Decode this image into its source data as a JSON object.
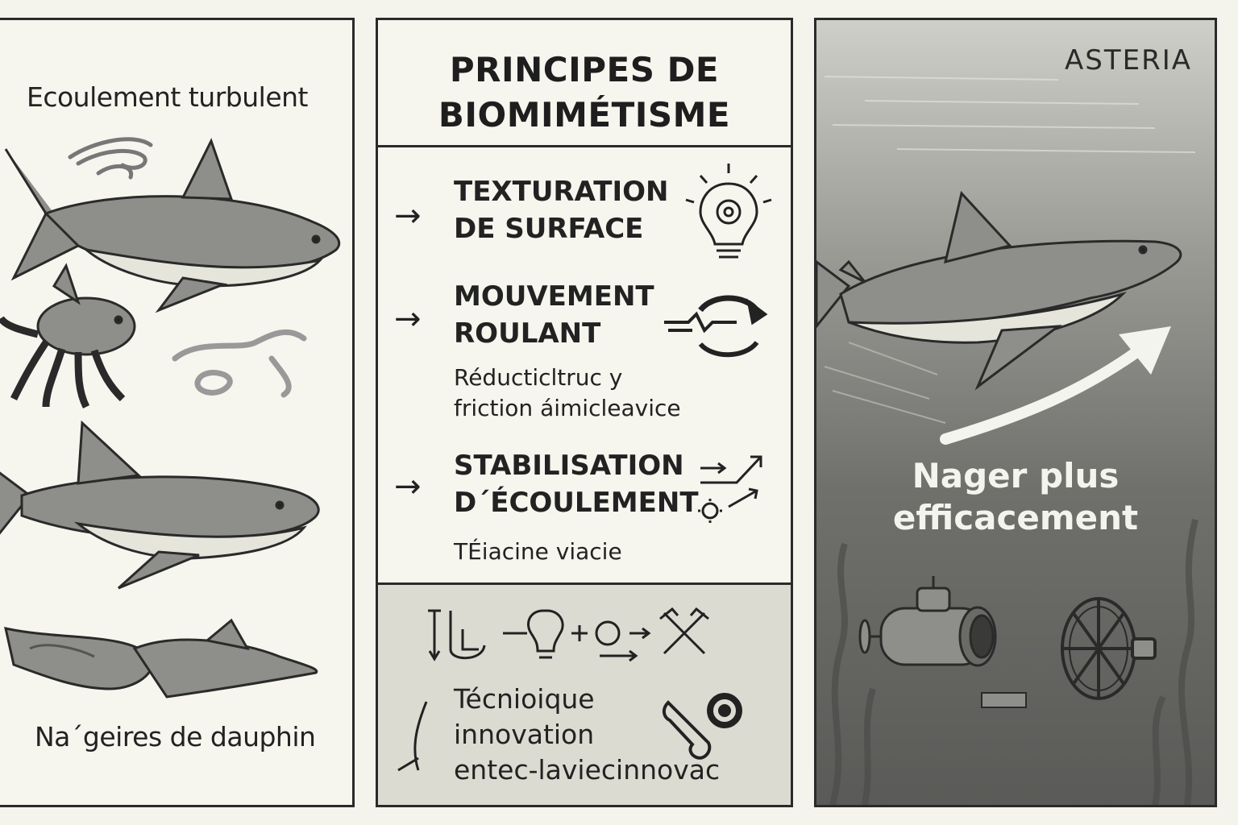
{
  "left_panel": {
    "top_caption": "Ecoulement turbulent",
    "bottom_caption": "Na´geires de dauphin"
  },
  "middle_panel": {
    "title_line1": "PRINCIPES DE",
    "title_line2": "BIOMIMÉTISME",
    "principles": [
      {
        "arrow": "→",
        "heading_line1": "TEXTURATION",
        "heading_line2": "DE SURFACE",
        "icon": "lightbulb-gear-icon"
      },
      {
        "arrow": "→",
        "heading_line1": "MOUVEMENT",
        "heading_line2": "ROULANT",
        "sub_line1": "Réducticltruc y",
        "sub_line2": "friction áimicleavice",
        "icon": "rolling-arrows-icon"
      },
      {
        "arrow": "→",
        "heading_line1": "STABILISATION",
        "heading_line2": "D´ÉCOULEMENT",
        "sub_line1": "TÉiacine viacie",
        "icon": "flow-arrows-icon"
      }
    ],
    "bottom": {
      "text_line1": "Técnioique",
      "text_line2": "innovation",
      "text_line3": "entec-laviecinnovac",
      "icons": [
        "process-flow-icons",
        "wrench-gear-icon",
        "pen-stroke-icon"
      ]
    }
  },
  "right_panel": {
    "brand": "ASTERIA",
    "tagline_line1": "Nager plus",
    "tagline_line2": "efficacement"
  },
  "colors": {
    "ink": "#222222",
    "paper": "#f6f5ee",
    "shark_body": "#8e8e8a",
    "shark_belly": "#e6e5dc",
    "water_dark": "#5a5b58",
    "bottom_box": "#dcdbd1"
  }
}
